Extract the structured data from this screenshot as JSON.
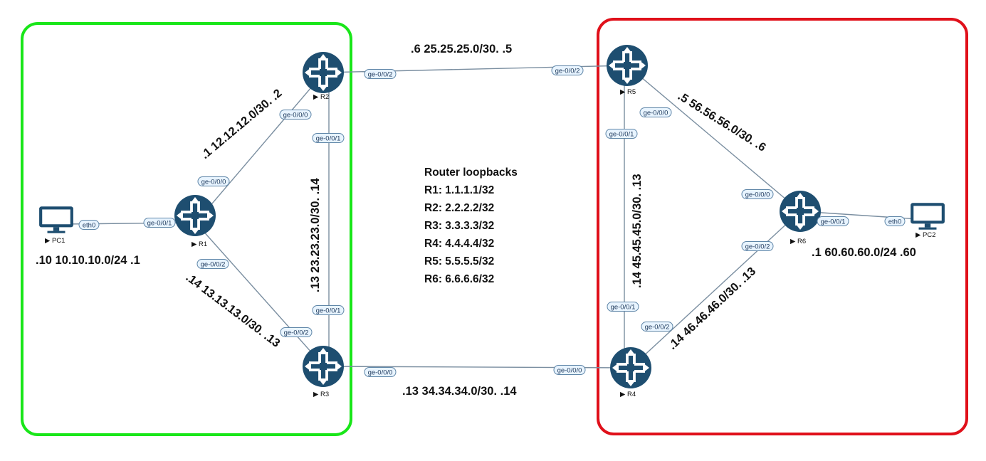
{
  "colors": {
    "site_left": "#19e619",
    "site_right": "#e0101a",
    "router": "#1e4e70",
    "link": "#7a8ea0",
    "port_fill": "#e8f4ff",
    "port_stroke": "#5f86a8",
    "pc": "#1e4e70"
  },
  "devices": {
    "r1": {
      "label": "R1",
      "icon": "router-icon"
    },
    "r2": {
      "label": "R2",
      "icon": "router-icon"
    },
    "r3": {
      "label": "R3",
      "icon": "router-icon"
    },
    "r4": {
      "label": "R4",
      "icon": "router-icon"
    },
    "r5": {
      "label": "R5",
      "icon": "router-icon"
    },
    "r6": {
      "label": "R6",
      "icon": "router-icon"
    },
    "pc1": {
      "label": "PC1",
      "icon": "monitor-icon"
    },
    "pc2": {
      "label": "PC2",
      "icon": "monitor-icon"
    }
  },
  "ports": {
    "pc1_eth0": "eth0",
    "r1_ge001": "ge-0/0/1",
    "r1_ge000": "ge-0/0/0",
    "r1_ge002": "ge-0/0/2",
    "r2_ge000": "ge-0/0/0",
    "r2_ge001": "ge-0/0/1",
    "r2_ge002": "ge-0/0/2",
    "r3_ge001": "ge-0/0/1",
    "r3_ge002": "ge-0/0/2",
    "r3_ge000": "ge-0/0/0",
    "r5_ge002": "ge-0/0/2",
    "r5_ge001": "ge-0/0/1",
    "r5_ge000": "ge-0/0/0",
    "r4_ge000": "ge-0/0/0",
    "r4_ge001": "ge-0/0/1",
    "r4_ge002": "ge-0/0/2",
    "r6_ge000": "ge-0/0/0",
    "r6_ge002": "ge-0/0/2",
    "r6_ge001": "ge-0/0/1",
    "pc2_eth0": "eth0"
  },
  "subnets": {
    "pc1_r1": ".10 10.10.10.0/24   .1",
    "r1_r2": ".1  12.12.12.0/30.   .2",
    "r1_r3": ".14  13.13.13.0/30.   .13",
    "r2_r3": ".13  23.23.23.0/30.   .14",
    "r2_r5": ".6  25.25.25.0/30.   .5",
    "r3_r4": ".13  34.34.34.0/30.   .14",
    "r4_r5": ".14  45.45.45.0/30.   .13",
    "r5_r6": ".5  56.56.56.0/30.   .6",
    "r4_r6": ".14  46.46.46.0/30.   .13",
    "r6_pc2": ".1 60.60.60.0/24 .60"
  },
  "loopbacks": {
    "title": "Router loopbacks",
    "items": [
      "R1: 1.1.1.1/32",
      "R2:  2.2.2.2/32",
      "R3: 3.3.3.3/32",
      "R4: 4.4.4.4/32",
      "R5: 5.5.5.5/32",
      "R6: 6.6.6.6/32"
    ]
  }
}
